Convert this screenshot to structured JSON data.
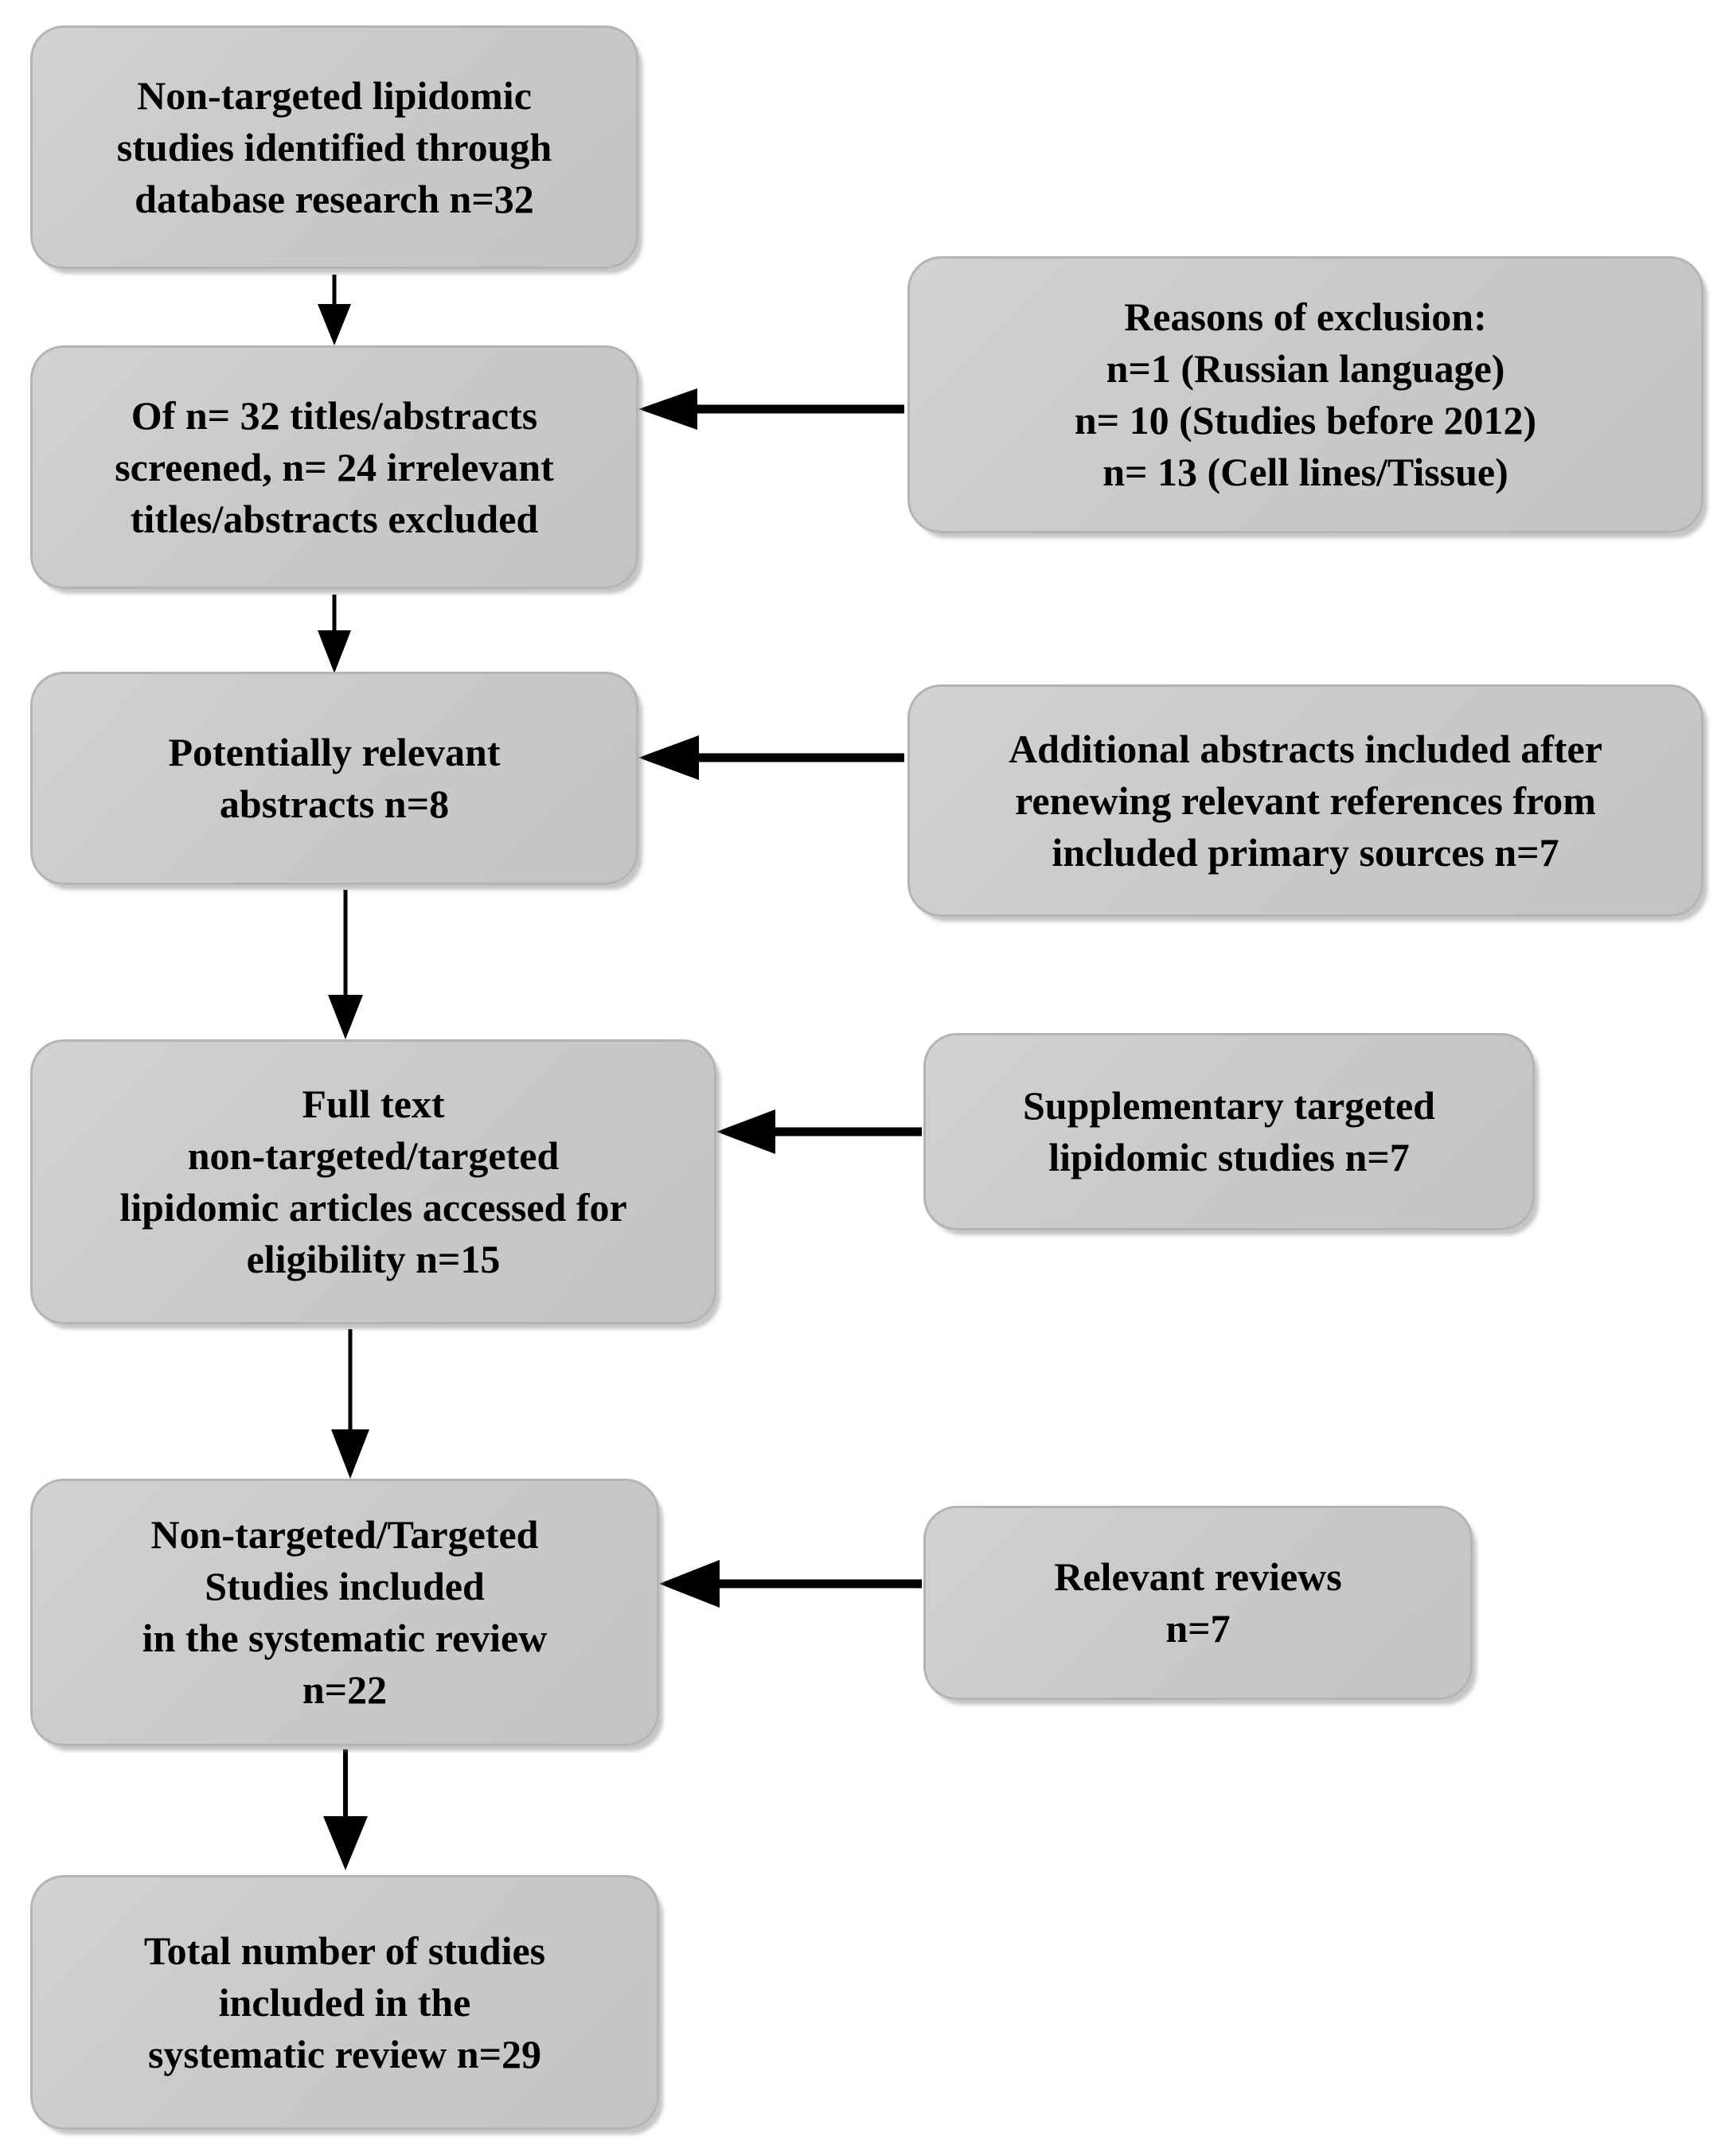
{
  "diagram": {
    "type": "prisma-flow-diagram",
    "title": "Systematic review study selection flow",
    "background_color": "#ffffff",
    "node_fill_color": "#cccccc",
    "node_border_color": "#b4b4b4",
    "edge_color": "#000000",
    "nodes": [
      {
        "id": "identified",
        "column": "left",
        "text": "Non-targeted lipidomic\nstudies identified through\ndatabase research n=32",
        "count": 32
      },
      {
        "id": "screened",
        "column": "left",
        "text": "Of n= 32 titles/abstracts\nscreened, n= 24 irrelevant\ntitles/abstracts excluded",
        "count": 24
      },
      {
        "id": "potential",
        "column": "left",
        "text": "Potentially relevant\nabstracts n=8",
        "count": 8
      },
      {
        "id": "fulltext",
        "column": "left",
        "text": "Full text\nnon-targeted/targeted\nlipidomic articles accessed for\neligibility n=15",
        "count": 15
      },
      {
        "id": "included",
        "column": "left",
        "text": "Non-targeted/Targeted\nStudies included\nin the systematic review\nn=22",
        "count": 22
      },
      {
        "id": "total",
        "column": "left",
        "text": "Total number of studies\nincluded in the\nsystematic review n=29",
        "count": 29
      },
      {
        "id": "reasons",
        "column": "right",
        "text": "Reasons of exclusion:\nn=1 (Russian language)\nn= 10 (Studies before 2012)\nn= 13 (Cell lines/Tissue)",
        "count": null
      },
      {
        "id": "additional",
        "column": "right",
        "text": "Additional abstracts included after\nrenewing relevant references from\nincluded primary sources n=7",
        "count": 7
      },
      {
        "id": "supplementary",
        "column": "right",
        "text": "Supplementary targeted\nlipidomic studies n=7",
        "count": 7
      },
      {
        "id": "reviews",
        "column": "right",
        "text": "Relevant reviews\nn=7",
        "count": 7
      }
    ],
    "edges": [
      {
        "from": "identified",
        "to": "screened",
        "direction": "down",
        "style": "thin"
      },
      {
        "from": "screened",
        "to": "potential",
        "direction": "down",
        "style": "thin"
      },
      {
        "from": "potential",
        "to": "fulltext",
        "direction": "down",
        "style": "thin"
      },
      {
        "from": "fulltext",
        "to": "included",
        "direction": "down",
        "style": "thin"
      },
      {
        "from": "included",
        "to": "total",
        "direction": "down",
        "style": "thin"
      },
      {
        "from": "reasons",
        "to": "screened",
        "direction": "left",
        "style": "thick"
      },
      {
        "from": "additional",
        "to": "potential",
        "direction": "left",
        "style": "thick"
      },
      {
        "from": "supplementary",
        "to": "fulltext",
        "direction": "left",
        "style": "thick"
      },
      {
        "from": "reviews",
        "to": "included",
        "direction": "left",
        "style": "thick"
      }
    ]
  }
}
